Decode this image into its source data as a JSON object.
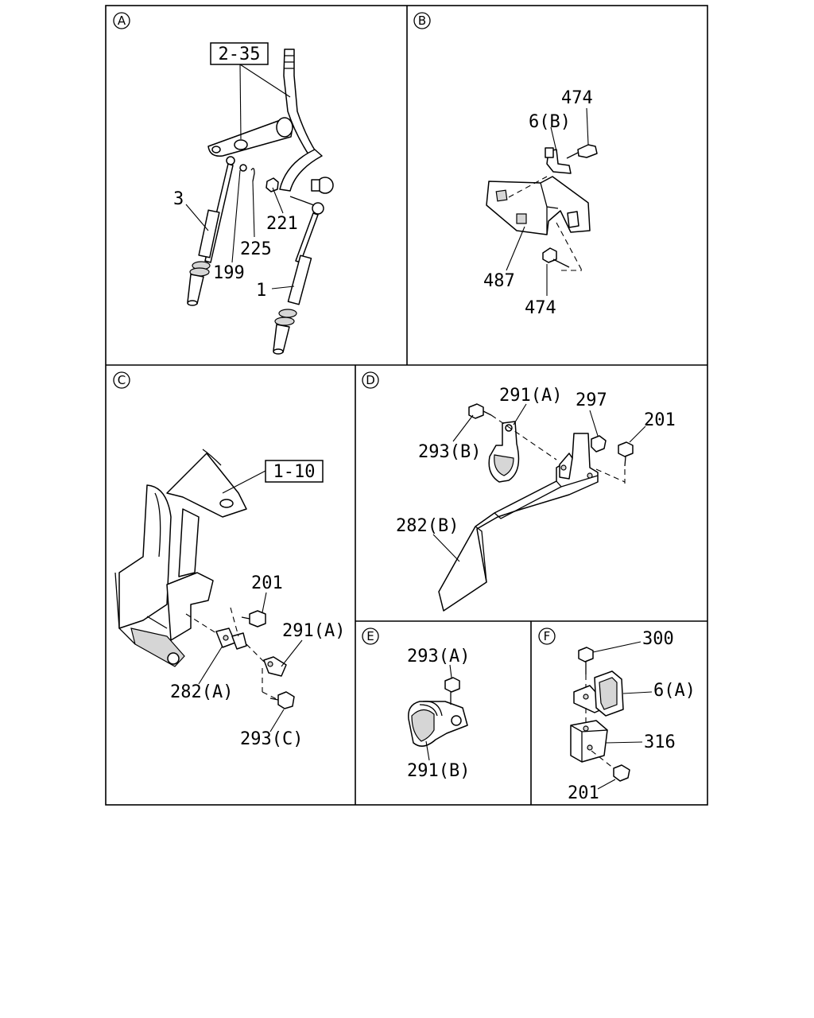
{
  "panels": [
    {
      "letter": "A"
    },
    {
      "letter": "B"
    },
    {
      "letter": "C"
    },
    {
      "letter": "D"
    },
    {
      "letter": "E"
    },
    {
      "letter": "F"
    }
  ],
  "panel_a": {
    "ref": "2-35",
    "labels": [
      "3",
      "225",
      "221",
      "199",
      "1"
    ]
  },
  "panel_b": {
    "labels": [
      "474",
      "6(B)",
      "487",
      "474"
    ]
  },
  "panel_c": {
    "ref": "1-10",
    "labels": [
      "201",
      "291(A)",
      "282(A)",
      "293(C)"
    ]
  },
  "panel_d": {
    "labels": [
      "291(A)",
      "297",
      "201",
      "293(B)",
      "282(B)"
    ]
  },
  "panel_e": {
    "labels": [
      "293(A)",
      "291(B)"
    ]
  },
  "panel_f": {
    "labels": [
      "300",
      "6(A)",
      "316",
      "201"
    ]
  }
}
